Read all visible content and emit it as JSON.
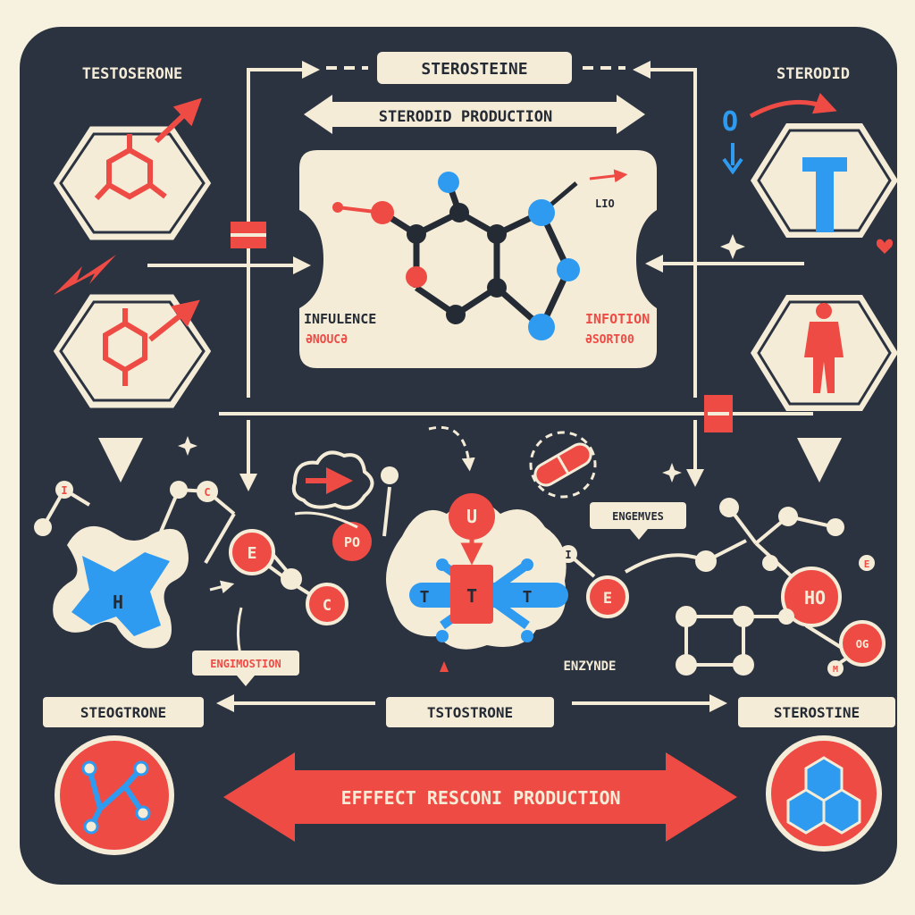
{
  "colors": {
    "background": "#f7f1df",
    "panel": "#2b3340",
    "cream": "#f5ecd8",
    "red": "#ee4b45",
    "blue": "#2e9bf0",
    "dark": "#252b35"
  },
  "labels": {
    "top_left_title": "TESTOSERONE",
    "top_right_title": "STERODID",
    "top_banner": "STEROSTEINE",
    "production_arrow": "STERODID PRODUCTION",
    "center_left_label": "INFULENCE",
    "center_left_sub": "ƏNOUCƏ",
    "center_right_label": "INFOTION",
    "center_right_sub": "ƏSORT00",
    "small_label": "LIO",
    "enzymes_label": "ENGEMVES",
    "engimostion_label": "ENGIMOSTION",
    "enzynde_label": "ENZYNDE",
    "bottom_left_box": "STEOGTRONE",
    "bottom_center_box": "TSTOSTRONE",
    "bottom_right_box": "STEROSTINE",
    "bottom_arrow": "EFFFECT RESCONI PRODUCTION"
  },
  "nodes": {
    "left_t": "I",
    "left_c": "C",
    "left_e": "E",
    "left_c2": "C",
    "left_h": "H",
    "left_po": "PO",
    "center_u": "U",
    "center_t1": "T",
    "center_t2": "T",
    "center_t3": "T",
    "right_e": "E",
    "right_i": "I",
    "right_e2": "E",
    "right_ho": "HO",
    "right_og": "OG",
    "right_m": "M"
  }
}
